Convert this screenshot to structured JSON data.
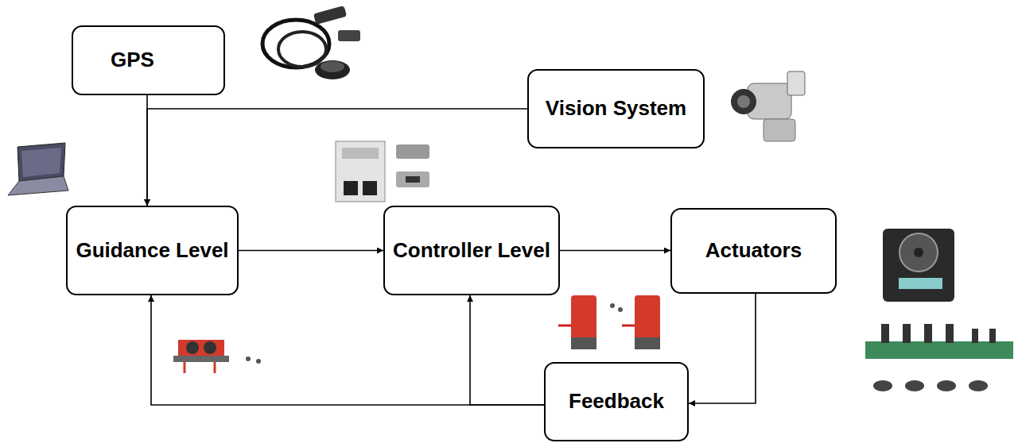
{
  "diagram": {
    "nodes": [
      {
        "text": [
          "GPS"
        ]
      },
      {
        "text": [
          "Vision System"
        ]
      },
      {
        "text": [
          "Guidance Level"
        ]
      },
      {
        "text": [
          "Controller Level"
        ]
      },
      {
        "text": [
          "Actuators"
        ]
      },
      {
        "text": [
          "Feedback"
        ]
      }
    ],
    "edges": [
      {
        "from": 0,
        "to": 2,
        "arrow": "to"
      },
      {
        "from": 1,
        "to": 2,
        "arrow": "to"
      },
      {
        "from": 2,
        "to": 3,
        "arrow": "to"
      },
      {
        "from": 3,
        "to": 4,
        "arrow": "to"
      },
      {
        "from": 4,
        "to": 5,
        "arrow": "to"
      },
      {
        "from": 5,
        "to": 3,
        "arrow": "to"
      },
      {
        "from": 5,
        "to": 2,
        "arrow": "to"
      }
    ]
  }
}
